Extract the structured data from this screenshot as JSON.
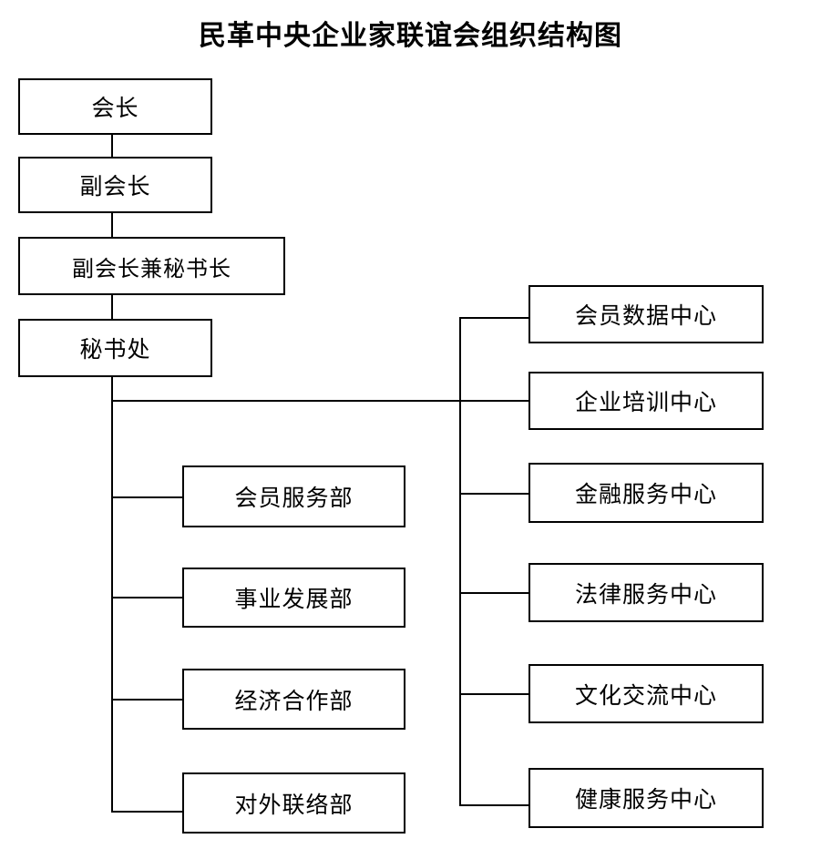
{
  "title": "民革中央企业家联谊会组织结构图",
  "diagram": {
    "type": "org-chart",
    "orientation": "top-down-with-side-branches",
    "colors": {
      "background": "#ffffff",
      "box_border": "#000000",
      "box_fill": "#ffffff",
      "connector": "#000000",
      "text": "#000000"
    },
    "leadership_chain": [
      {
        "id": "president",
        "label": "会长"
      },
      {
        "id": "vice-president",
        "label": "副会长"
      },
      {
        "id": "vice-president-secretary-general",
        "label": "副会长兼秘书长"
      },
      {
        "id": "secretariat",
        "label": "秘书处"
      }
    ],
    "departments": [
      {
        "id": "member-service-dept",
        "label": "会员服务部"
      },
      {
        "id": "business-development-dept",
        "label": "事业发展部"
      },
      {
        "id": "economic-cooperation-dept",
        "label": "经济合作部"
      },
      {
        "id": "foreign-liaison-dept",
        "label": "对外联络部"
      }
    ],
    "centers": [
      {
        "id": "member-data-center",
        "label": "会员数据中心"
      },
      {
        "id": "enterprise-training-center",
        "label": "企业培训中心"
      },
      {
        "id": "financial-service-center",
        "label": "金融服务中心"
      },
      {
        "id": "legal-service-center",
        "label": "法律服务中心"
      },
      {
        "id": "cultural-exchange-center",
        "label": "文化交流中心"
      },
      {
        "id": "health-service-center",
        "label": "健康服务中心"
      }
    ]
  }
}
